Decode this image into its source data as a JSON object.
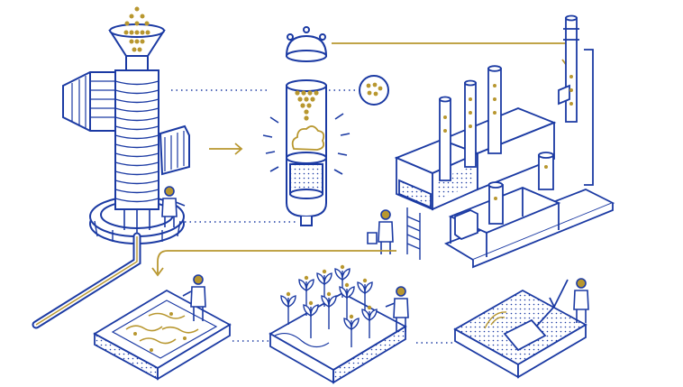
{
  "palette": {
    "ink": "#1b3aa3",
    "gold": "#b8972f",
    "paper": "#ffffff",
    "shade": "#dfe6f7"
  },
  "stages": [
    {
      "id": "reactor",
      "icon": "fermentation-tower-icon"
    },
    {
      "id": "capsule",
      "icon": "capsule-reaction-icon"
    },
    {
      "id": "granule",
      "icon": "granule-magnifier-icon"
    },
    {
      "id": "refinery",
      "icon": "processing-plant-icon"
    },
    {
      "id": "field-plot",
      "icon": "soil-plot-icon"
    },
    {
      "id": "crop-field",
      "icon": "crop-field-icon"
    },
    {
      "id": "trowel-plot",
      "icon": "trowel-plot-icon"
    }
  ],
  "connectors": [
    "dotted",
    "dotted",
    "arrow",
    "gold-line",
    "gold-line",
    "dotted",
    "dotted"
  ]
}
